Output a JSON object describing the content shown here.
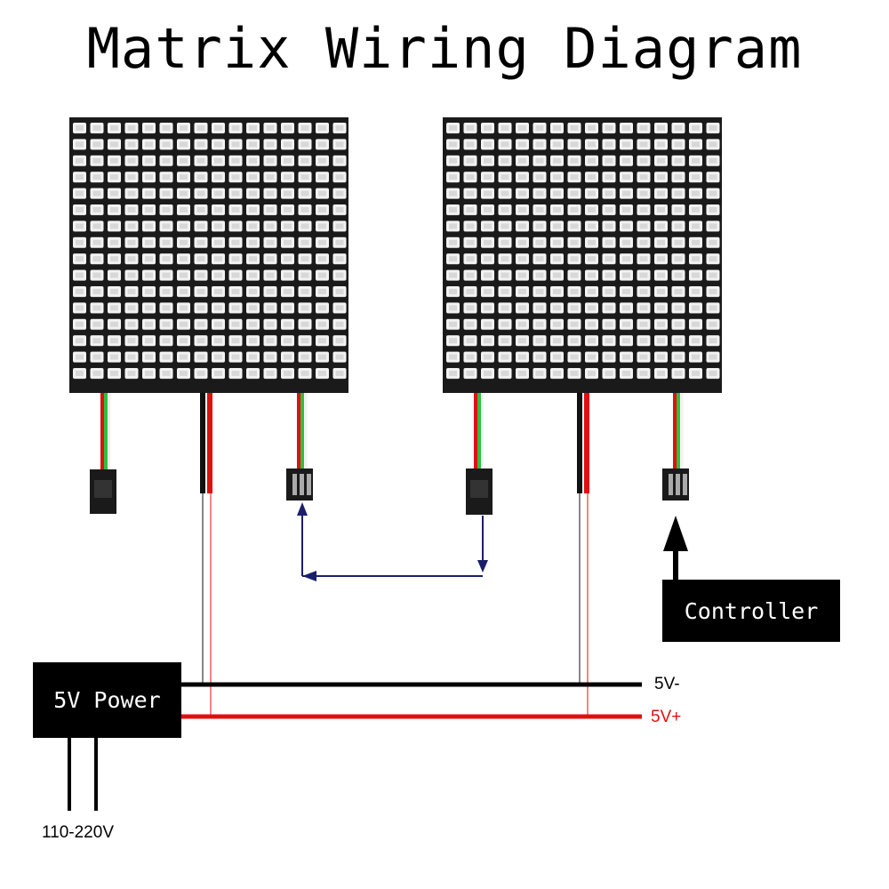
{
  "title": "Matrix Wiring Diagram",
  "controller": {
    "label": "Controller"
  },
  "power": {
    "label": "5V Power",
    "input_label": "110-220V"
  },
  "rails": {
    "negative_label": "5V-",
    "positive_label": "5V+"
  },
  "colors": {
    "negative": "#000000",
    "positive": "#e01010",
    "data": "#2fbf3f",
    "signal_arrow": "#1a1f6b",
    "panel": "#1a1a1a",
    "led": "#f4f4f4"
  },
  "matrix": {
    "count": 2,
    "rows": 16,
    "cols": 16
  }
}
